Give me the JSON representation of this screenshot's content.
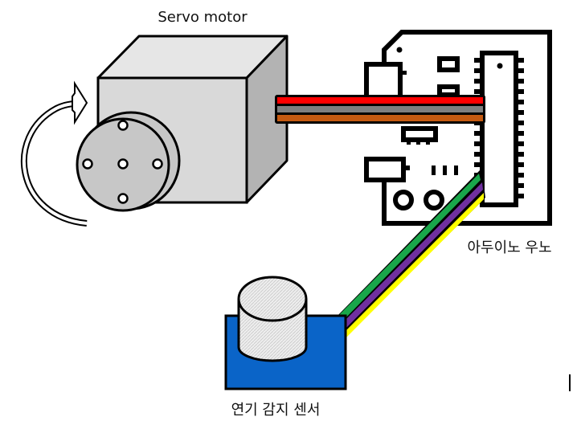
{
  "labels": {
    "servo": "Servo motor",
    "arduino": "아두이노 우노",
    "sensor": "연기 감지 센서"
  },
  "colors": {
    "servo_front": "#d9d9d9",
    "servo_top": "#e6e6e6",
    "servo_side": "#b3b3b3",
    "horn": "#c7c7c7",
    "wire_red": "#ff0000",
    "wire_gray": "#7f7f7f",
    "wire_orange": "#c55a11",
    "wire_green": "#19a64a",
    "wire_purple": "#7030a0",
    "wire_yellow": "#ffff00",
    "sensor_base": "#0a64c8",
    "sensor_dome": "#e8e8e8"
  }
}
